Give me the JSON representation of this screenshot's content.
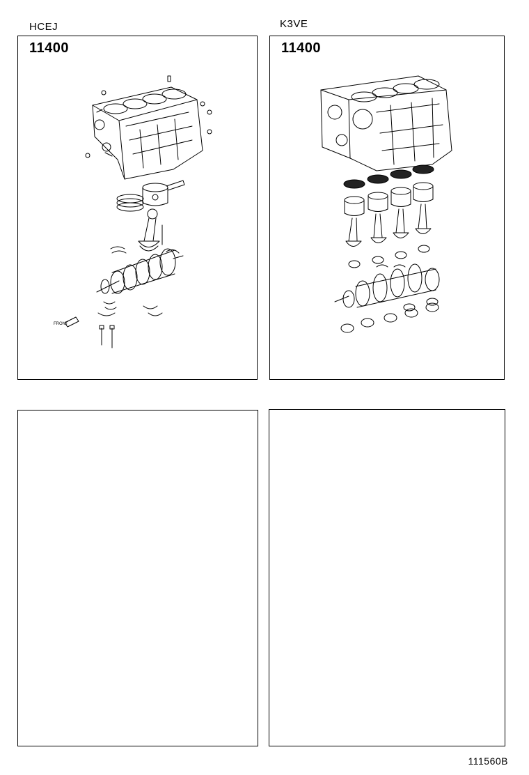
{
  "panels": [
    {
      "engine": "HCEJ",
      "part_number": "11400"
    },
    {
      "engine": "K3VE",
      "part_number": "11400"
    }
  ],
  "empty_panels": 2,
  "front_arrow_label": "FRONT",
  "figure_code": "111560B"
}
